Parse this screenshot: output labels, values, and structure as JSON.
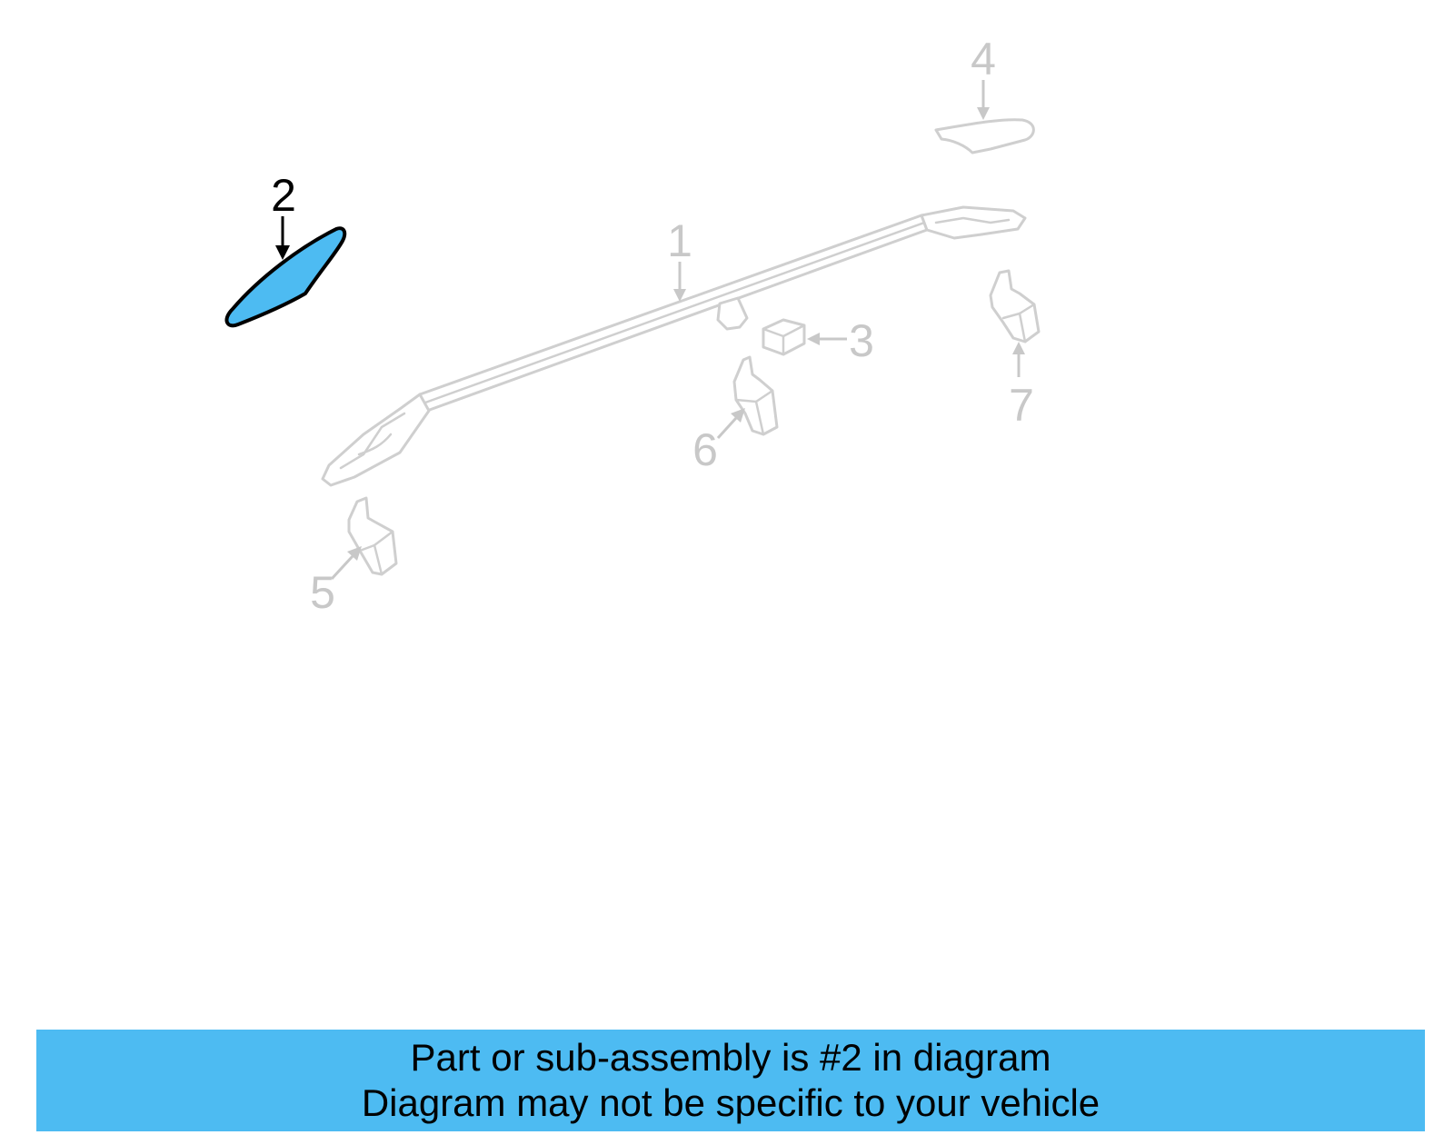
{
  "diagram": {
    "selected_part": "2",
    "callouts": [
      {
        "id": "1",
        "label": "1"
      },
      {
        "id": "2",
        "label": "2"
      },
      {
        "id": "3",
        "label": "3"
      },
      {
        "id": "4",
        "label": "4"
      },
      {
        "id": "5",
        "label": "5"
      },
      {
        "id": "6",
        "label": "6"
      },
      {
        "id": "7",
        "label": "7"
      }
    ]
  },
  "banner": {
    "line1": "Part or sub-assembly is #2 in diagram",
    "line2": "Diagram may not be specific to your vehicle"
  },
  "colors": {
    "banner_bg": "#4dbbf2",
    "highlight_fill": "#4dbbf2",
    "inactive_line": "#cfcfcf",
    "active_line": "#000000"
  }
}
